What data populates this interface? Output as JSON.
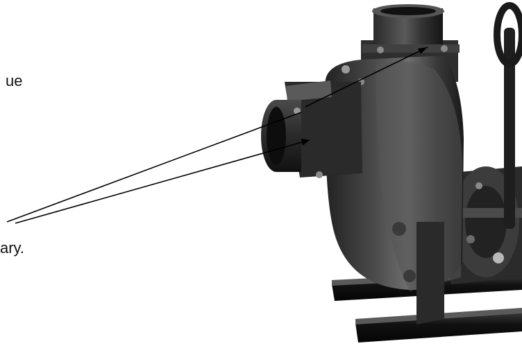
{
  "text_fragments": [
    {
      "text": "ue"
    },
    {
      "text": "ary."
    }
  ],
  "image": {
    "subject": "pump-photo",
    "colors": {
      "background": "#ffffff",
      "iron_dark": "#1c1c1c",
      "iron_mid": "#3a3a3a",
      "iron_light": "#6a6a6a",
      "rail": "#101010",
      "leader_line": "#000000"
    }
  }
}
